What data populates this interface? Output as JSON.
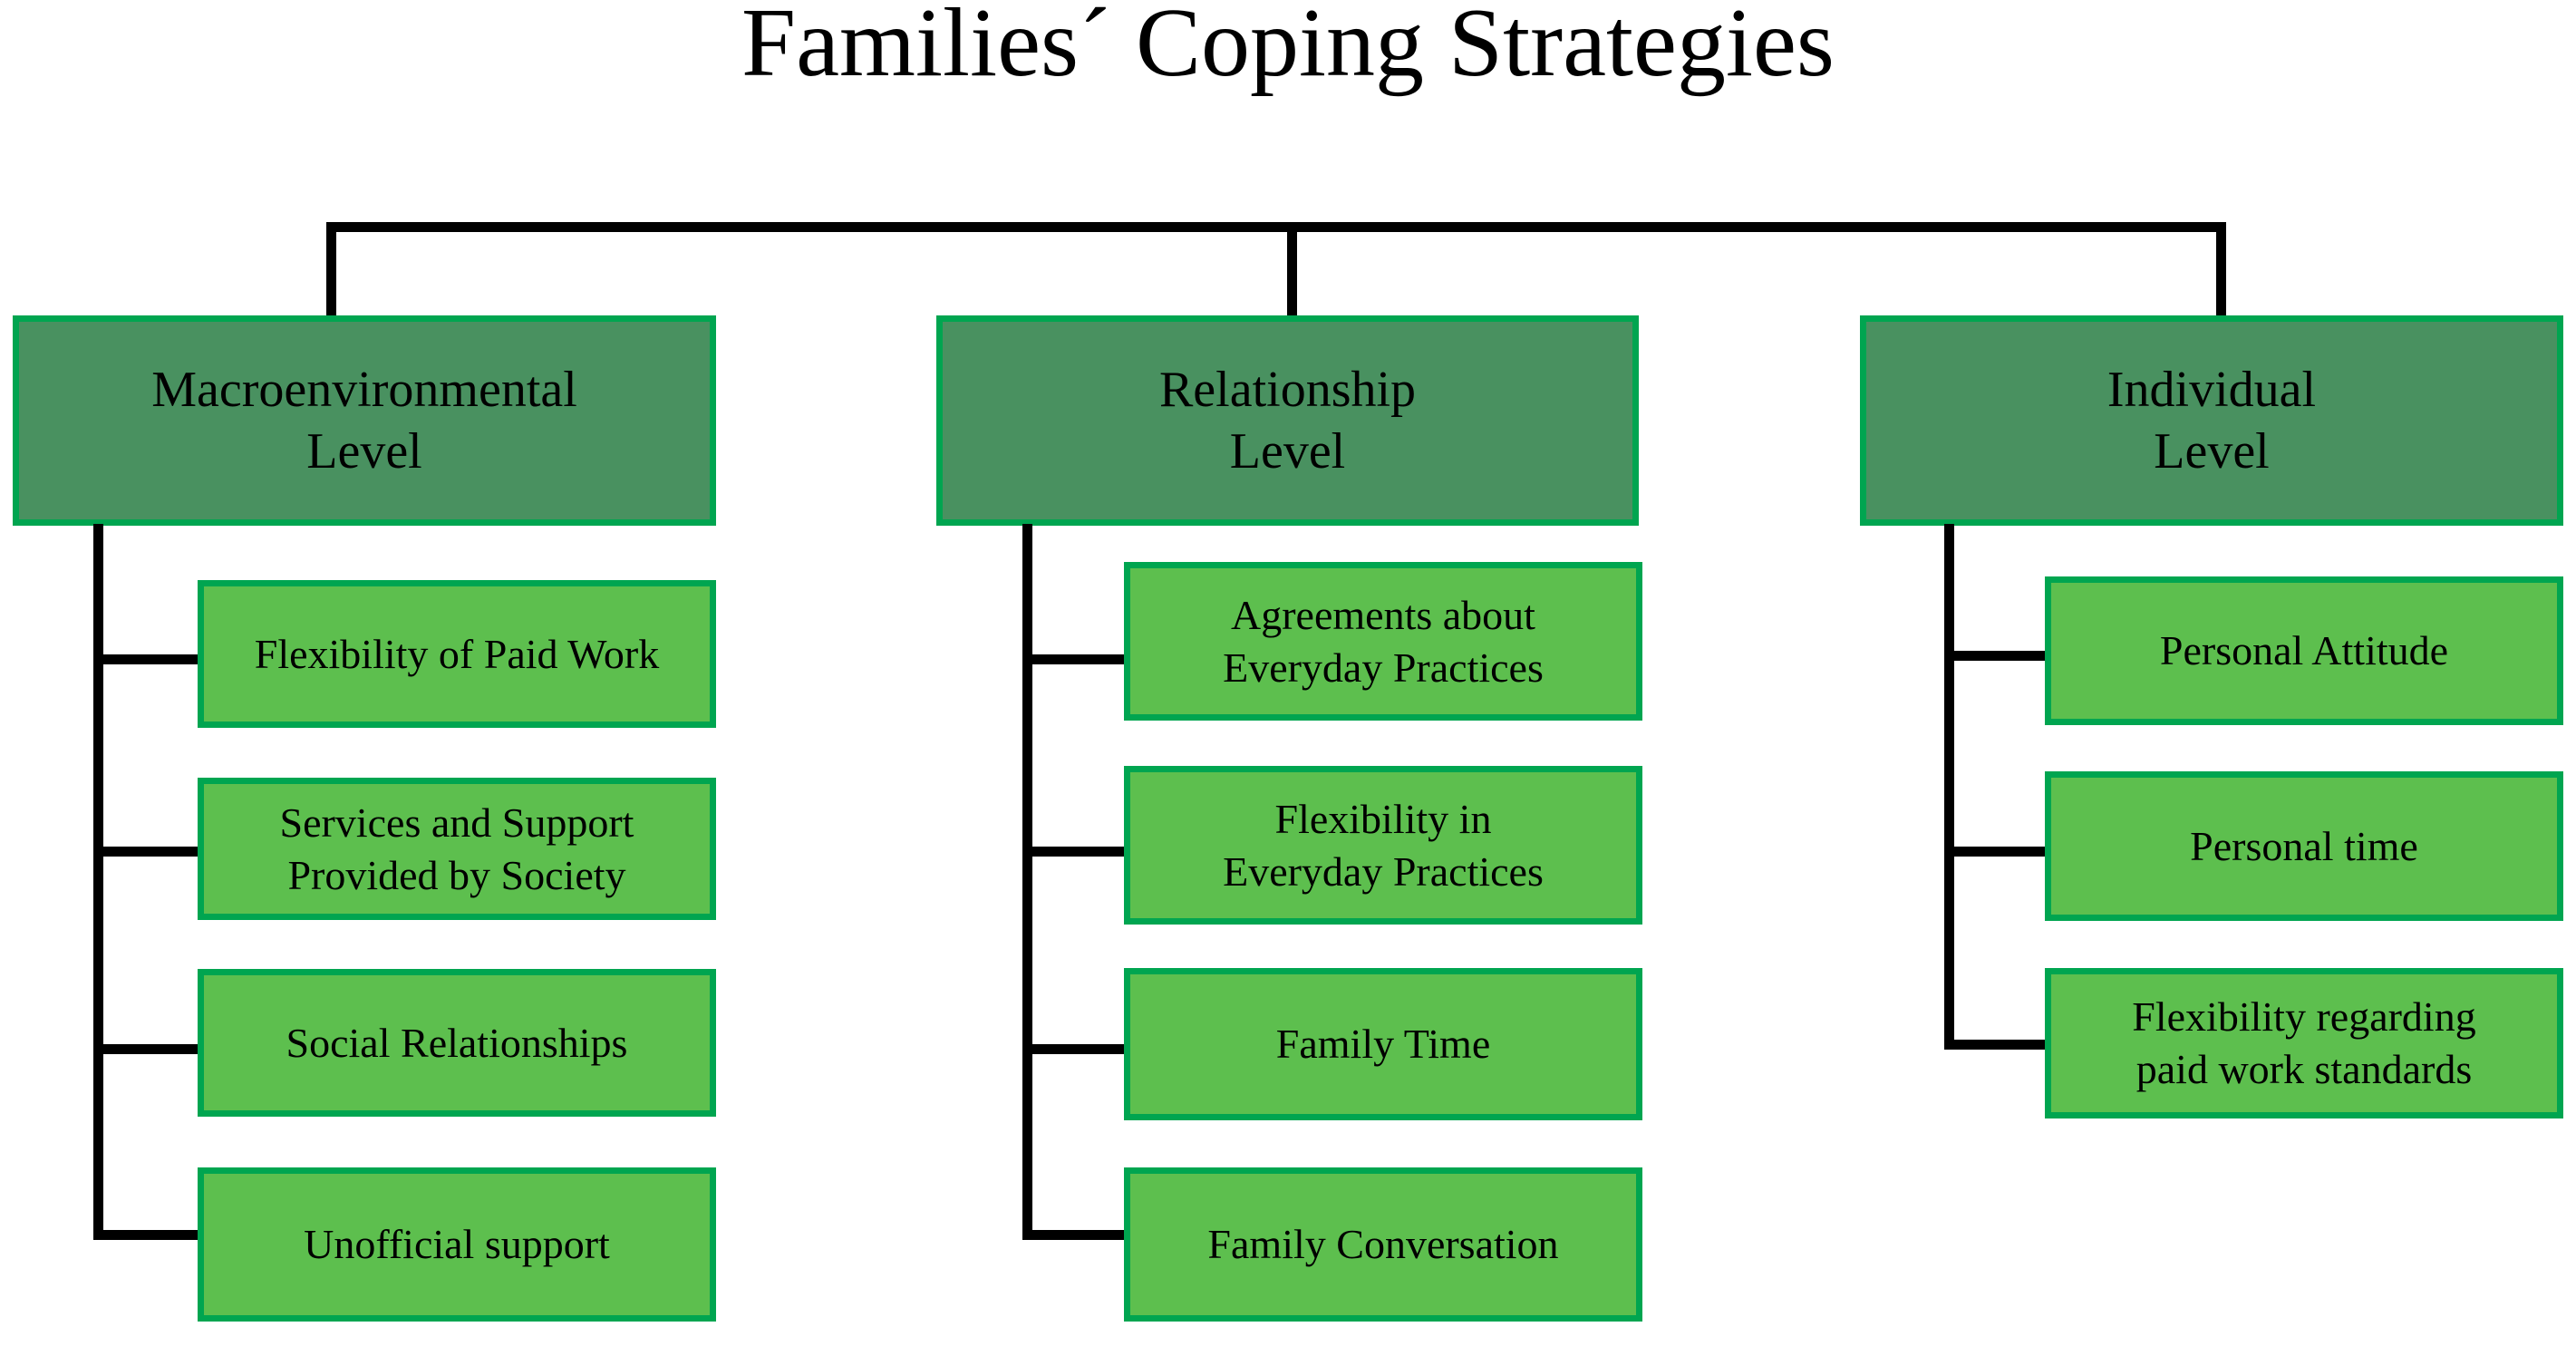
{
  "title": "Families´ Coping Strategies",
  "colors": {
    "level_fill": "#499160",
    "level_border": "#00a550",
    "item_fill": "#5dbf4e",
    "item_border": "#00a550",
    "connector": "#000000",
    "background": "#ffffff",
    "text": "#000000"
  },
  "branches": [
    {
      "level_label": "Macroenvironmental\nLevel",
      "items": [
        {
          "label": "Flexibility of Paid Work"
        },
        {
          "label": "Services and Support\nProvided by Society"
        },
        {
          "label": "Social Relationships"
        },
        {
          "label": "Unofficial support"
        }
      ]
    },
    {
      "level_label": "Relationship\nLevel",
      "items": [
        {
          "label": "Agreements about\nEveryday Practices"
        },
        {
          "label": "Flexibility in\nEveryday Practices"
        },
        {
          "label": "Family Time"
        },
        {
          "label": "Family Conversation"
        }
      ]
    },
    {
      "level_label": "Individual\nLevel",
      "items": [
        {
          "label": "Personal Attitude"
        },
        {
          "label": "Personal time"
        },
        {
          "label": "Flexibility regarding\npaid work standards"
        }
      ]
    }
  ]
}
